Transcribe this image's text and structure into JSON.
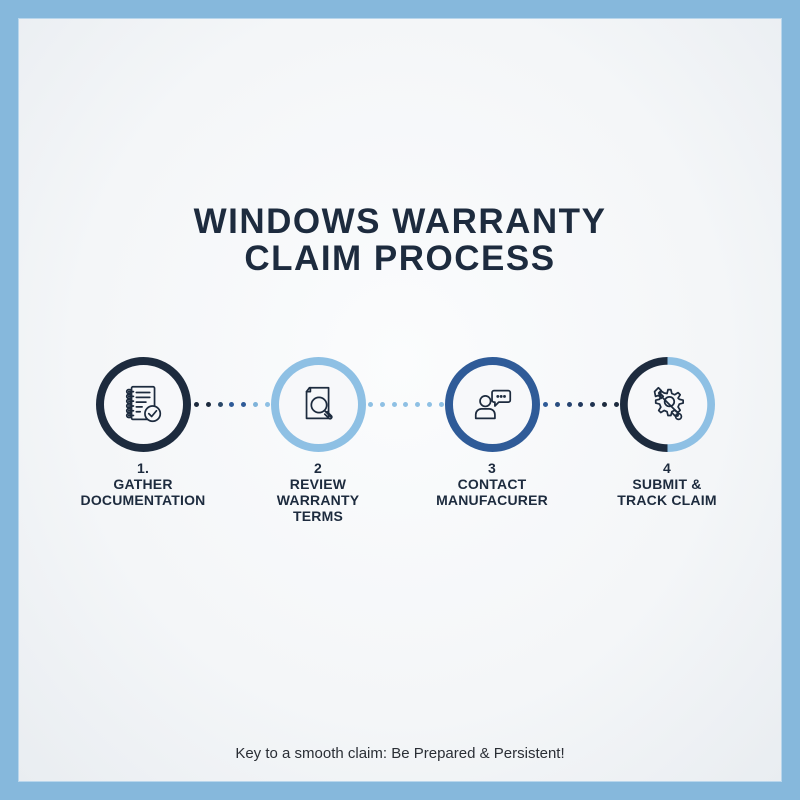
{
  "title": {
    "line1": "WINDOWS WARRANTY",
    "line2": "CLAIM PROCESS"
  },
  "colors": {
    "border": "#86b8dc",
    "navy": "#1d2b3e",
    "light_blue": "#8ec0e4",
    "mid_blue": "#2f5b98",
    "text": "#1d2b3e"
  },
  "steps": [
    {
      "number": "1.",
      "lines": [
        "GATHER",
        "DOCUMENTATION"
      ],
      "icon": "document-checklist-icon"
    },
    {
      "number": "2",
      "lines": [
        "REVIEW",
        "WARRANTY",
        "TERMS"
      ],
      "icon": "document-search-icon"
    },
    {
      "number": "3",
      "lines": [
        "CONTACT",
        "MANUFACURER"
      ],
      "icon": "person-chat-icon"
    },
    {
      "number": "4",
      "lines": [
        "SUBMIT &",
        "TRACK CLAIM"
      ],
      "icon": "gear-wrench-icon"
    }
  ],
  "connectors": [
    {
      "dots": [
        "#1d2b3e",
        "#1d2b3e",
        "#2a4868",
        "#2f5b98",
        "#2f5b98",
        "#7fb3da",
        "#8ec0e4",
        "#8ec0e4"
      ]
    },
    {
      "dots": [
        "#8ec0e4",
        "#8ec0e4",
        "#8ec0e4",
        "#8ec0e4",
        "#8ec0e4",
        "#8ec0e4",
        "#8ec0e4",
        "#8ec0e4"
      ]
    },
    {
      "dots": [
        "#2f5b98",
        "#2a4e80",
        "#264470",
        "#22395d",
        "#1f3350",
        "#1d2b3e",
        "#1d2b3e",
        "#1d2b3e"
      ]
    }
  ],
  "footer": {
    "text": "Key to a smooth claim: Be Prepared & Persistent!"
  }
}
